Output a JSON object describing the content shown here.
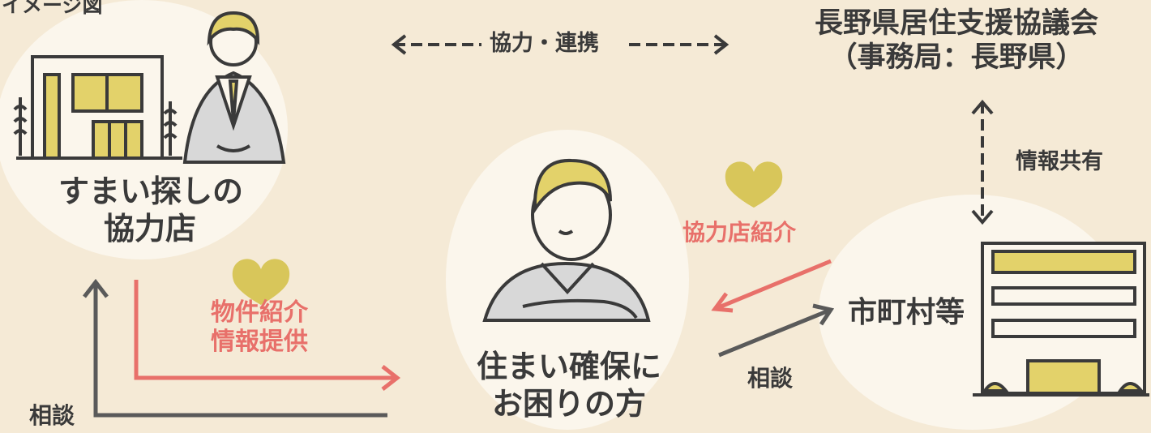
{
  "caption": "イメージ図",
  "shop": {
    "line1": "すまい探しの",
    "line2": "協力店"
  },
  "council": {
    "line1": "長野県居住支援協議会",
    "line2": "（事務局：長野県）"
  },
  "person": {
    "line1": "住まい確保に",
    "line2": "お困りの方"
  },
  "municipality": {
    "label": "市町村等"
  },
  "links": {
    "cooperation": "協力・連携",
    "info_share": "情報共有",
    "shop_intro": "協力店紹介",
    "property_line1": "物件紹介",
    "property_line2": "情報提供",
    "consult_right": "相談",
    "consult_left": "相談"
  },
  "colors": {
    "background": "#f5ead6",
    "accent_pink": "#e8706a",
    "heart": "#d8c65a",
    "arrow_gray": "#5a5a5a",
    "yellow": "#e3d26a"
  }
}
